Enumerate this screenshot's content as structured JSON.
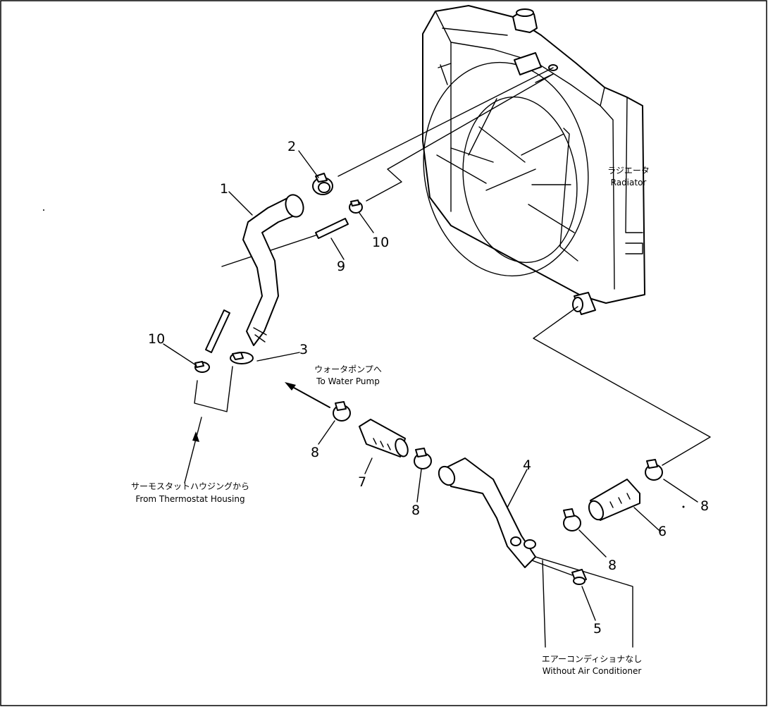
{
  "labels": {
    "radiator_jp": "ラジエータ",
    "radiator_en": "Radiator",
    "water_pump_jp": "ウォータポンプへ",
    "water_pump_en": "To Water Pump",
    "thermostat_jp": "サーモスタットハウジングから",
    "thermostat_en": "From Thermostat Housing",
    "no_ac_jp": "エアーコンディショナなし",
    "no_ac_en": "Without Air Conditioner"
  },
  "callouts": {
    "c1": "1",
    "c2": "2",
    "c3": "3",
    "c4": "4",
    "c5": "5",
    "c6": "6",
    "c7": "7",
    "c8a": "8",
    "c8b": "8",
    "c8c": "8",
    "c8d": "8",
    "c9": "9",
    "c10a": "10",
    "c10b": "10"
  }
}
